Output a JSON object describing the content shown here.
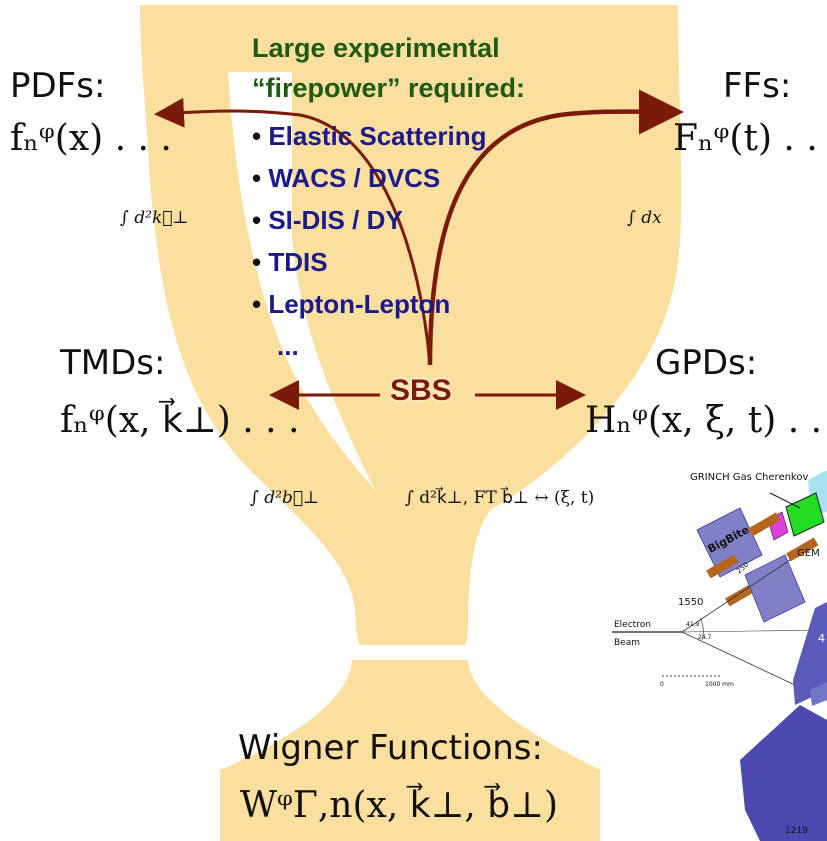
{
  "heading": {
    "line1": "Large experimental",
    "line2": "“firepower” required:"
  },
  "experiments": [
    "Elastic Scattering",
    "WACS / DVCS",
    "SI-DIS / DY",
    "TDIS",
    "Lepton-Lepton",
    "..."
  ],
  "center_label": "SBS",
  "corners": {
    "pdfs": {
      "label": "PDFs:",
      "formula": "fₙᵠ(x) . . ."
    },
    "ffs": {
      "label": "FFs:",
      "formula": "Fₙᵠ(t) . ."
    },
    "tmds": {
      "label": "TMDs:",
      "formula": "fₙᵠ(x, k⃗⊥) . . ."
    },
    "gpds": {
      "label": "GPDs:",
      "formula": "Hₙᵠ(x, ξ, t) . ."
    }
  },
  "integrals": {
    "pdf": "∫ d²k⃗⊥",
    "ff": "∫ dx",
    "tmd": "∫ d²b⃗⊥",
    "gpd": "∫ d²k⃗⊥, FT b⃗⊥ ↔ (ξ, t)"
  },
  "bottom": {
    "label": "Wigner Functions:",
    "formula": "WᵠΓ,n(x, k⃗⊥, b⃗⊥)"
  },
  "inset": {
    "grinch": "GRINCH Gas Cherenkov",
    "bigbite": "BigBite",
    "gem": "GEM",
    "electron": "Electron",
    "beam": "Beam",
    "dim_1550": "1550",
    "dim_250": "250",
    "angle_41": "41.9",
    "angle_24": "24.7",
    "scale_0": "0",
    "scale_1000": "1000 mm",
    "dim_1219": "1219",
    "partial_4": "4"
  },
  "colors": {
    "shape_fill": "#fbdf9e",
    "arrow": "#7a1a0a",
    "heading": "#1f5a12",
    "bullets": "#1a1a8a",
    "magnet": "#8080c8",
    "magnet_dark": "#4a4ab0",
    "green_box": "#22dd22",
    "brown_bar": "#b5651d"
  }
}
